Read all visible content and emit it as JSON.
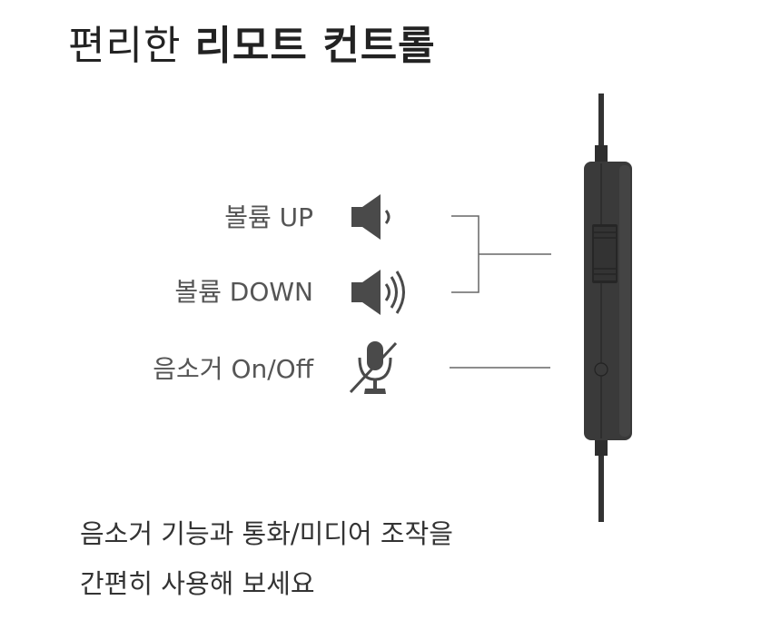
{
  "title": {
    "normal": "편리한",
    "bold": "리모트 컨트롤"
  },
  "controls": [
    {
      "label": "볼륨 UP",
      "icon": "volume-low-icon"
    },
    {
      "label": "볼륨 DOWN",
      "icon": "volume-high-icon"
    },
    {
      "label": "음소거 On/Off",
      "icon": "mic-mute-icon"
    }
  ],
  "description": [
    "음소거 기능과 통화/미디어 조작을",
    "간편히 사용해 보세요"
  ],
  "colors": {
    "icon": "#4a4a4a",
    "device": "#3a3a3a",
    "line": "#666666"
  }
}
